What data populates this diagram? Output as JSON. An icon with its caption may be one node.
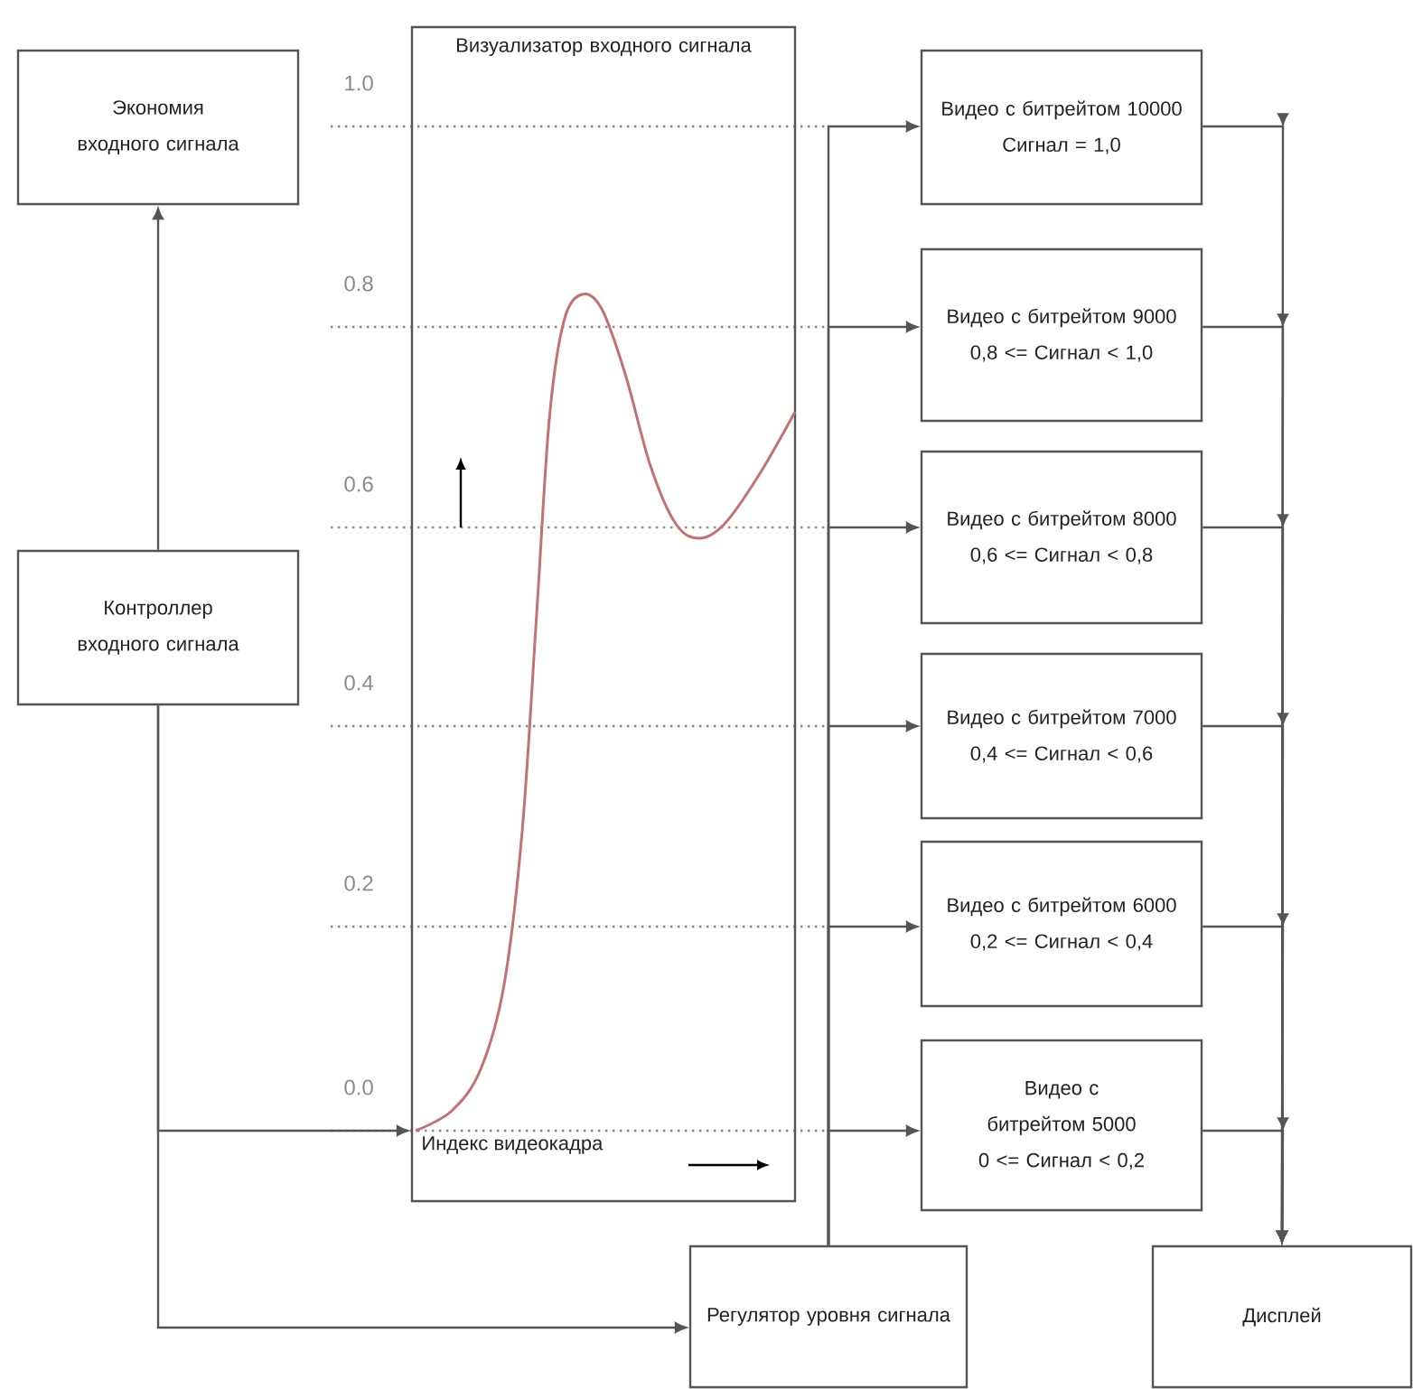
{
  "diagram": {
    "nodes": [
      {
        "text": [
          "Экономия входного сигнала"
        ]
      },
      {
        "text": [
          "Визуализатор входного сигнала",
          "Индекс видеокадра"
        ]
      },
      {
        "text": [
          "Контроллер входного сигнала"
        ]
      },
      {
        "text": [
          "Видео с битрейтом 10000",
          "Сигнал = 1,0"
        ]
      },
      {
        "text": [
          "Видео с битрейтом 9000",
          "0,8 <= Сигнал < 1,0"
        ]
      },
      {
        "text": [
          "Видео с битрейтом 8000",
          "0,6 <= Сигнал < 0,8"
        ]
      },
      {
        "text": [
          "Видео с битрейтом 7000",
          "0,4 <= Сигнал < 0,6"
        ]
      },
      {
        "text": [
          "Видео с битрейтом 6000",
          "0,2 <= Сигнал < 0,4"
        ]
      },
      {
        "text": [
          "Видео с битрейтом 5000",
          "0 <= Сигнал < 0,2"
        ]
      },
      {
        "text": [
          "Регулятор уровня сигнала"
        ]
      },
      {
        "text": [
          "Дисплей"
        ]
      }
    ],
    "edges": [
      {
        "from": 2,
        "to": 0,
        "arrow": "to"
      },
      {
        "from": 2,
        "to": 1,
        "arrow": "to"
      },
      {
        "from": 2,
        "to": 9,
        "arrow": "to"
      },
      {
        "from": 9,
        "to": 3,
        "arrow": "to"
      },
      {
        "from": 9,
        "to": 4,
        "arrow": "to"
      },
      {
        "from": 9,
        "to": 5,
        "arrow": "to"
      },
      {
        "from": 9,
        "to": 6,
        "arrow": "to"
      },
      {
        "from": 9,
        "to": 7,
        "arrow": "to"
      },
      {
        "from": 9,
        "to": 8,
        "arrow": "to"
      },
      {
        "from": 3,
        "to": 10,
        "arrow": "to"
      },
      {
        "from": 4,
        "to": 10,
        "arrow": "to"
      },
      {
        "from": 5,
        "to": 10,
        "arrow": "to"
      },
      {
        "from": 6,
        "to": 10,
        "arrow": "to"
      },
      {
        "from": 7,
        "to": 10,
        "arrow": "to"
      },
      {
        "from": 8,
        "to": 10,
        "arrow": "to"
      }
    ],
    "labels": [
      "1.0",
      "0.8",
      "0.6",
      "0.4",
      "0.2",
      "0.0"
    ]
  }
}
